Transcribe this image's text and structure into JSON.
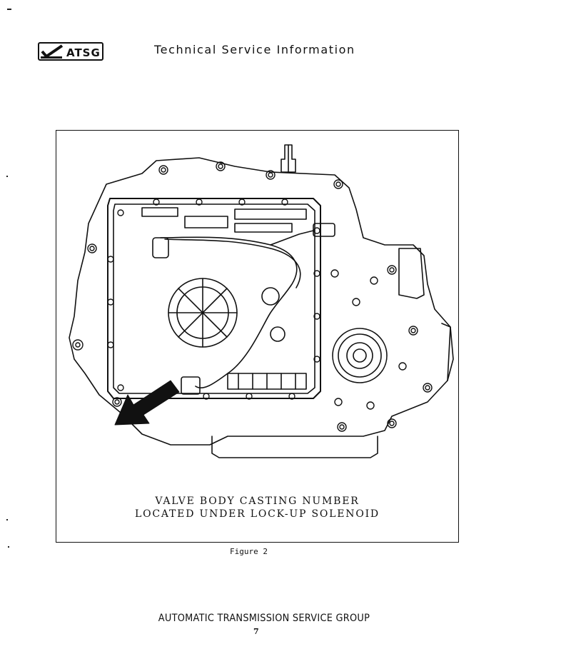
{
  "header": {
    "logo_text": "ATSG",
    "title": "Technical Service Information"
  },
  "figure": {
    "caption_line1": "VALVE BODY CASTING NUMBER",
    "caption_line2": "LOCATED UNDER LOCK-UP SOLENOID",
    "label": "Figure 2",
    "icons": [
      "checkmark-icon",
      "pointer-arrow-icon"
    ]
  },
  "footer": {
    "organization": "AUTOMATIC TRANSMISSION SERVICE GROUP",
    "page_number": "7"
  },
  "colors": {
    "ink": "#111111",
    "paper": "#ffffff"
  }
}
